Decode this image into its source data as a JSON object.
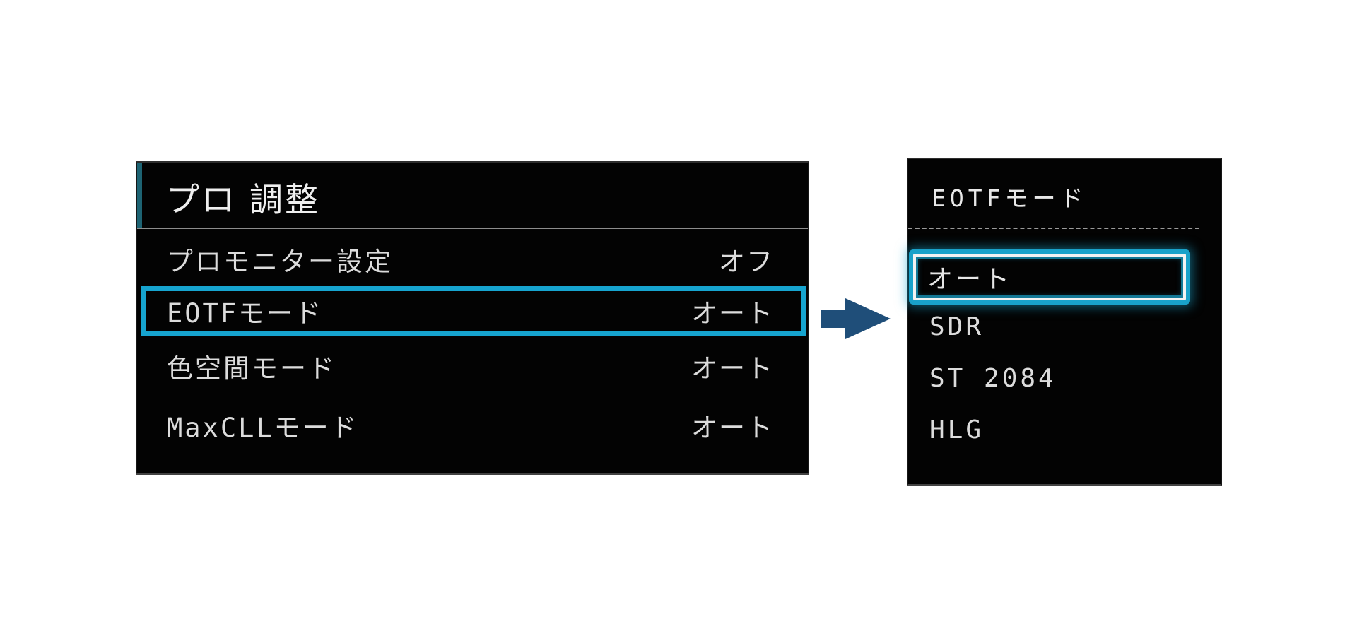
{
  "left_panel": {
    "title": "プロ 調整",
    "items": [
      {
        "label": "プロモニター設定",
        "value": "オフ",
        "selected": false
      },
      {
        "label": "EOTFモード",
        "value": "オート",
        "selected": true
      },
      {
        "label": "色空間モード",
        "value": "オート",
        "selected": false
      },
      {
        "label": "MaxCLLモード",
        "value": "オート",
        "selected": false
      }
    ]
  },
  "arrow": {
    "direction": "right",
    "color": "#1f4e79"
  },
  "right_panel": {
    "title": "EOTFモード",
    "options": [
      {
        "label": "オート",
        "selected": true
      },
      {
        "label": "SDR",
        "selected": false
      },
      {
        "label": "ST 2084",
        "selected": false
      },
      {
        "label": "HLG",
        "selected": false
      }
    ]
  },
  "colors": {
    "panel_background": "#030303",
    "text": "#dcdcdc",
    "highlight_cyan": "#16a4cf",
    "glow_cyan": "#1aa6d0",
    "selected_border_white": "#f2f2f2",
    "title_accent_teal": "#1d6373",
    "divider_grey": "#8d8d8d",
    "arrow_blue": "#1f4e79"
  }
}
